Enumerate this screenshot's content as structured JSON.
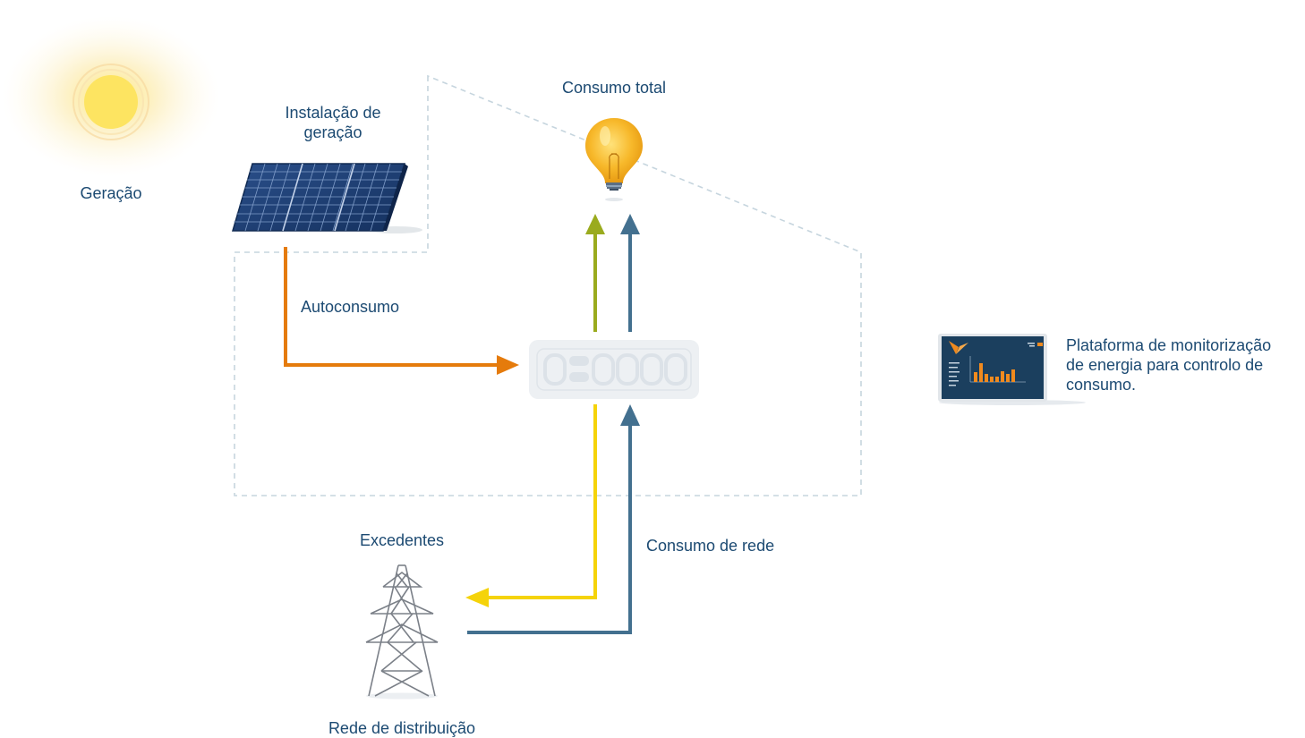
{
  "labels": {
    "geracao": "Geração",
    "instalacao_line1": "Instalação de",
    "instalacao_line2": "geração",
    "consumo_total": "Consumo total",
    "autoconsumo": "Autoconsumo",
    "excedentes": "Excedentes",
    "consumo_rede": "Consumo de rede",
    "rede_distribuicao": "Rede de distribuição",
    "plataforma_line1": "Plataforma de monitorização",
    "plataforma_line2": "de energia para controlo de",
    "plataforma_line3": "consumo."
  },
  "icons": {
    "sun": "sun-icon",
    "solar_panel": "solar-panel-icon",
    "light_bulb": "light-bulb-icon",
    "meter": "energy-meter-icon",
    "pylon": "power-pylon-icon",
    "laptop": "monitoring-laptop-icon"
  },
  "colors": {
    "text": "#1c4a72",
    "autoconsumo_arrow": "#e57b0c",
    "consumo_green_arrow": "#9aab1e",
    "consumo_blue_arrow": "#43708f",
    "excedentes_arrow": "#f5d30a",
    "consumo_rede_arrow": "#43708f",
    "boundary_dashed": "#c6d5de",
    "sun": "#fde36c",
    "panel": "#1d3d73"
  }
}
